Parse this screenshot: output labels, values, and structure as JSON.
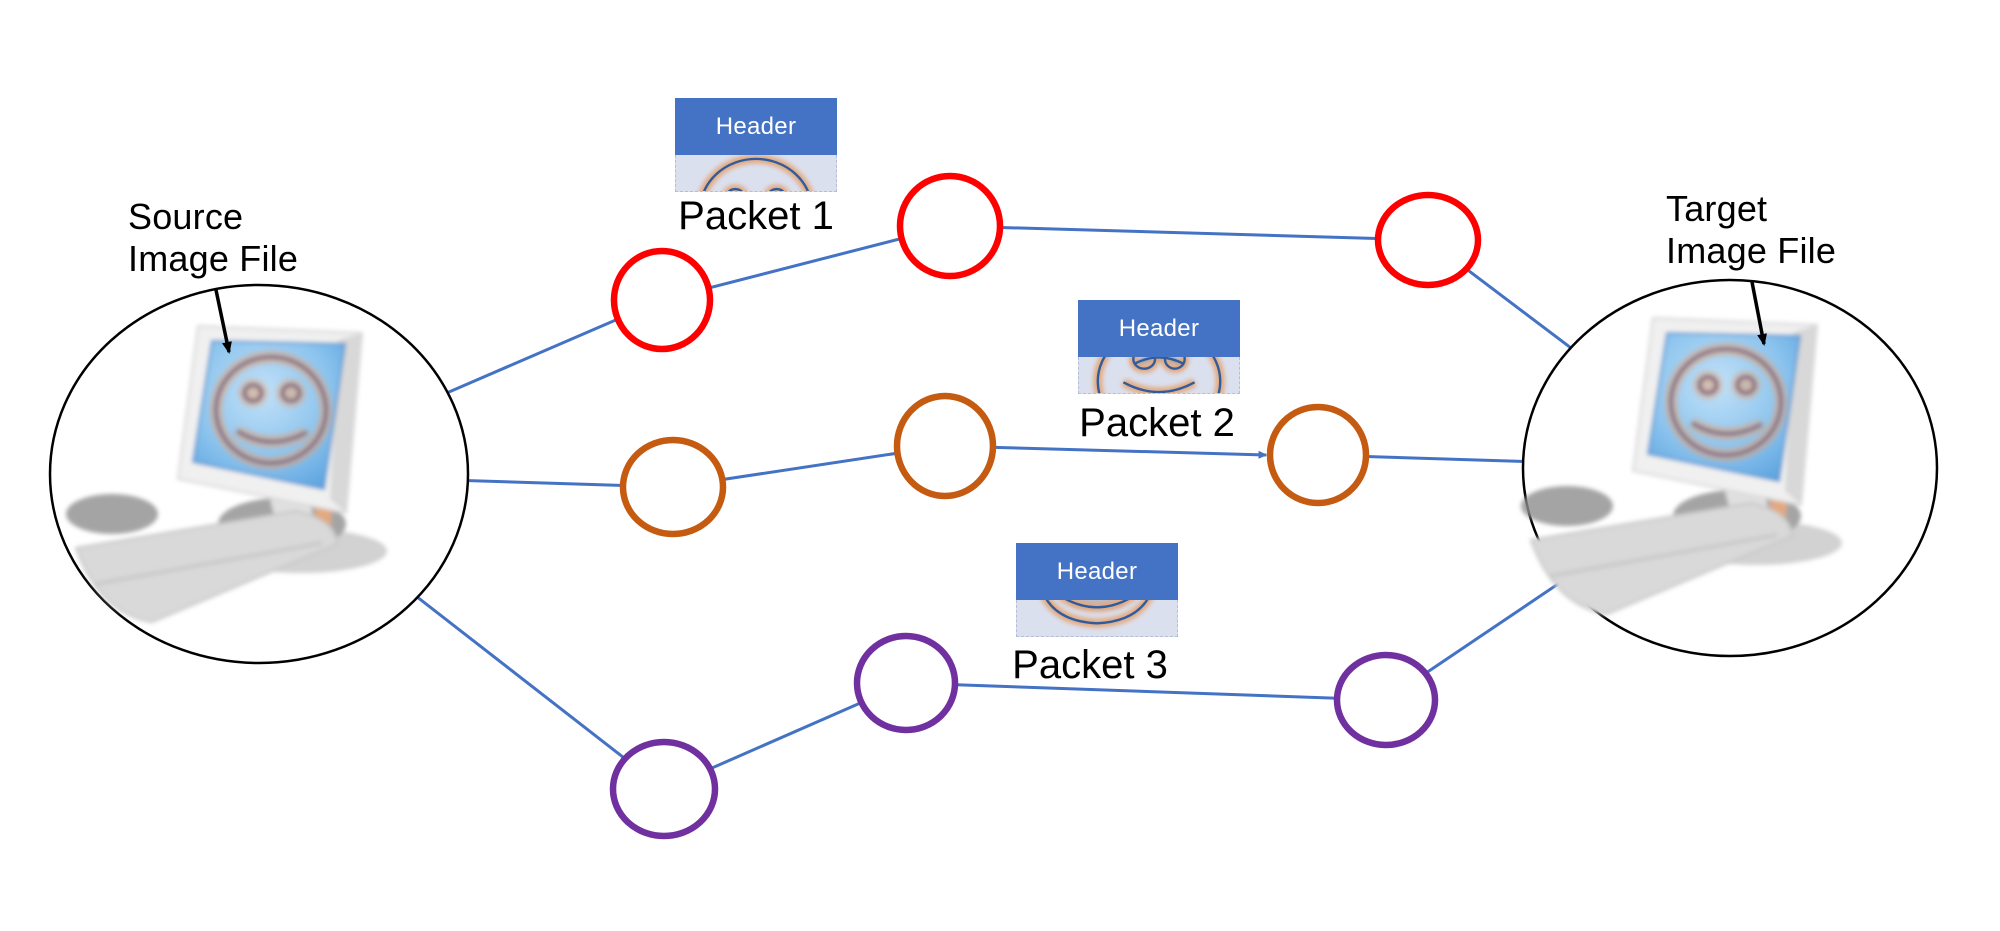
{
  "diagram": {
    "description": "Packet routing diagram: an image file split into packets traveling over three network paths",
    "source_label": {
      "line1": "Source",
      "line2": "Image File"
    },
    "target_label": {
      "line1": "Target",
      "line2": "Image File"
    },
    "packets": [
      {
        "label": "Packet 1",
        "header": "Header",
        "color": "#FF0000",
        "fragment": "face-top"
      },
      {
        "label": "Packet 2",
        "header": "Header",
        "color": "#C55A11",
        "fragment": "face-middle"
      },
      {
        "label": "Packet 3",
        "header": "Header",
        "color": "#7030A0",
        "fragment": "face-bottom"
      }
    ],
    "colors": {
      "link_line": "#4472C4",
      "header_bg": "#4472C4",
      "header_text": "#FFFFFF",
      "fragment_bg": "#DBE0EF",
      "endpoint_outline": "#000000",
      "label_text": "#000000",
      "screen_blue": "#6FB0E6",
      "face_line_blue": "#2E5C9E",
      "face_halo_orange": "#E3A87C"
    }
  }
}
